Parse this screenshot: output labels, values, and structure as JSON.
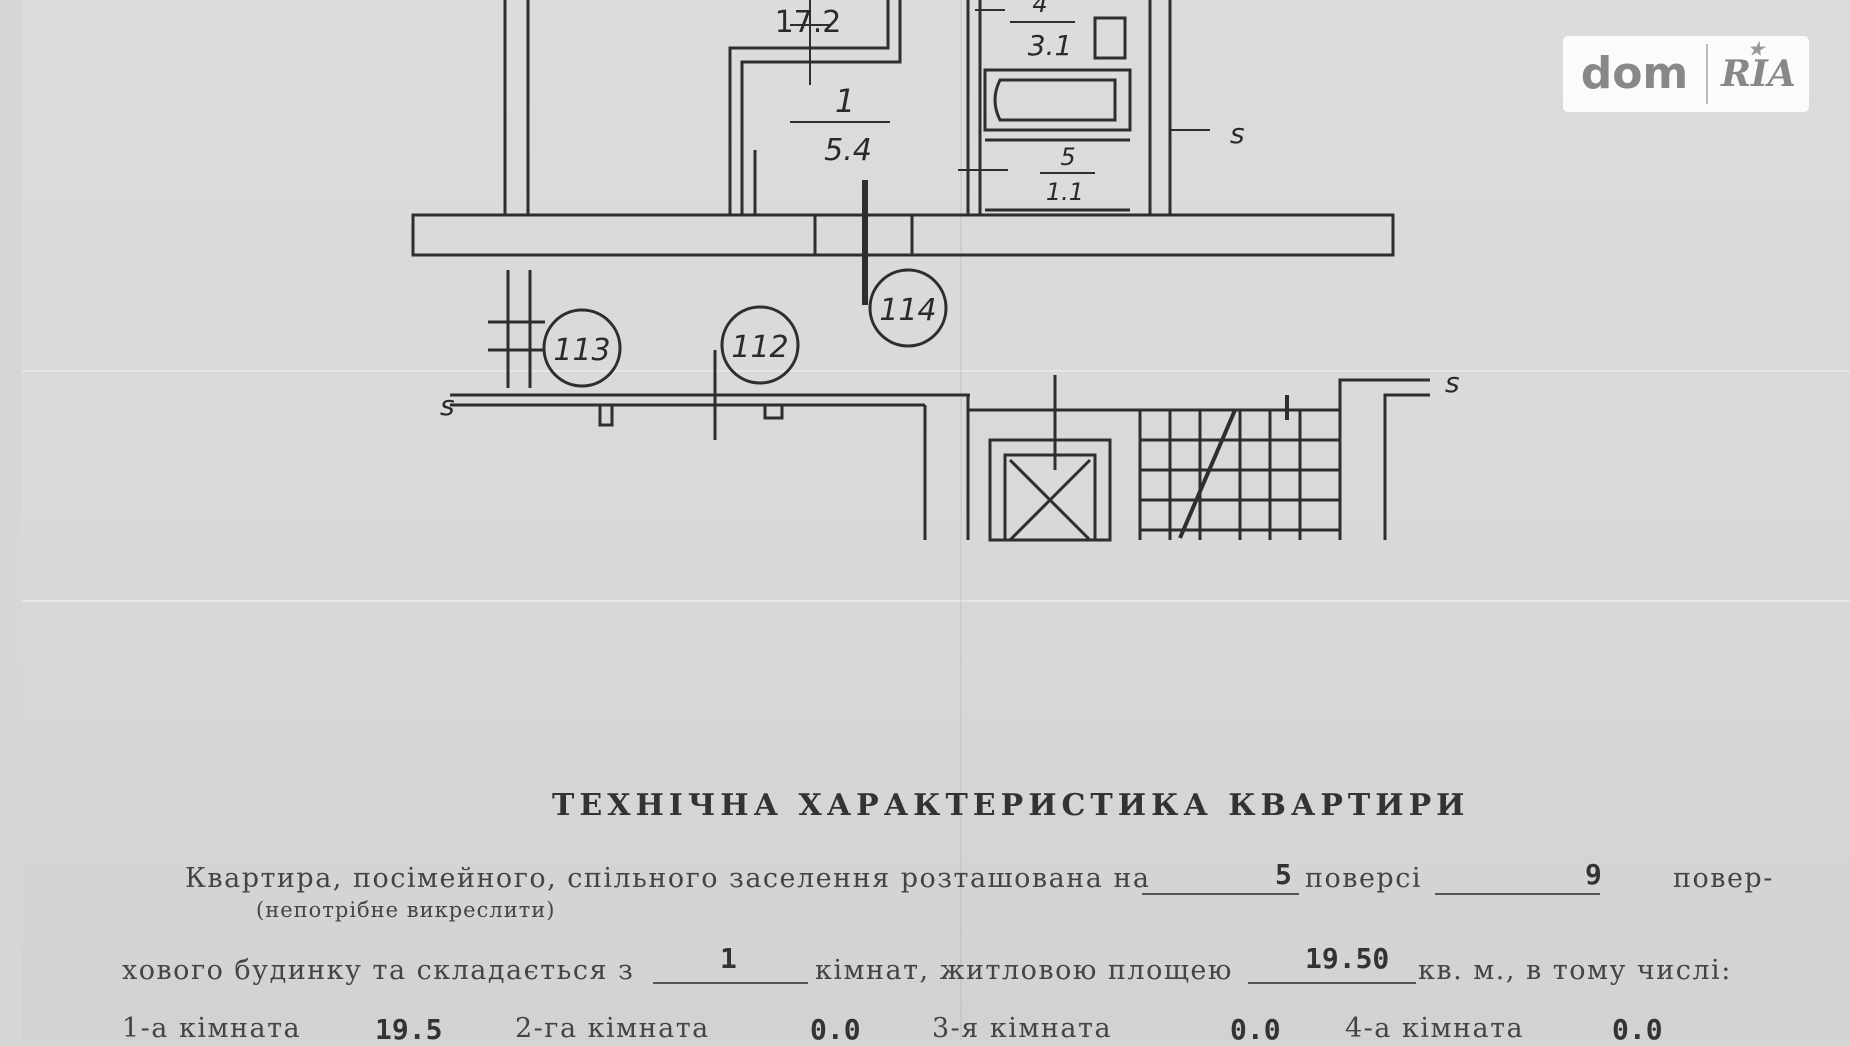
{
  "watermark": {
    "dom": "dom",
    "ria": "RIA"
  },
  "plan": {
    "room_top_cut": "17.2",
    "room_1_number": "1",
    "room_1_area": "5.4",
    "room_4_number": "4",
    "room_4_area": "3.1",
    "room_5_number": "5",
    "room_5_area": "1.1",
    "apt_114": "114",
    "apt_113": "113",
    "apt_112": "112",
    "marker": "s"
  },
  "document": {
    "title": "ТЕХНІЧНА ХАРАКТЕРИСТИКА КВАРТИРИ",
    "line1_a": "Квартира, посімейного, спільного заселення розташована на",
    "floor": "5",
    "line1_b": "поверсі",
    "floors_total": "9",
    "line1_c": "повер-",
    "note": "(непотрібне викреслити)",
    "line2_a": "хового будинку та складається з",
    "rooms_count": "1",
    "line2_b": "кімнат, житловою площею",
    "living_area": "19.50",
    "line2_c": "кв. м., в тому числі:",
    "room1_label": "1-а кімната",
    "room1_value": "19.5",
    "room2_label": "2-га кімната",
    "room2_value": "0.0",
    "room3_label": "3-я кімната",
    "room3_value": "0.0",
    "room4_label": "4-а кімната",
    "room4_value": "0.0"
  }
}
